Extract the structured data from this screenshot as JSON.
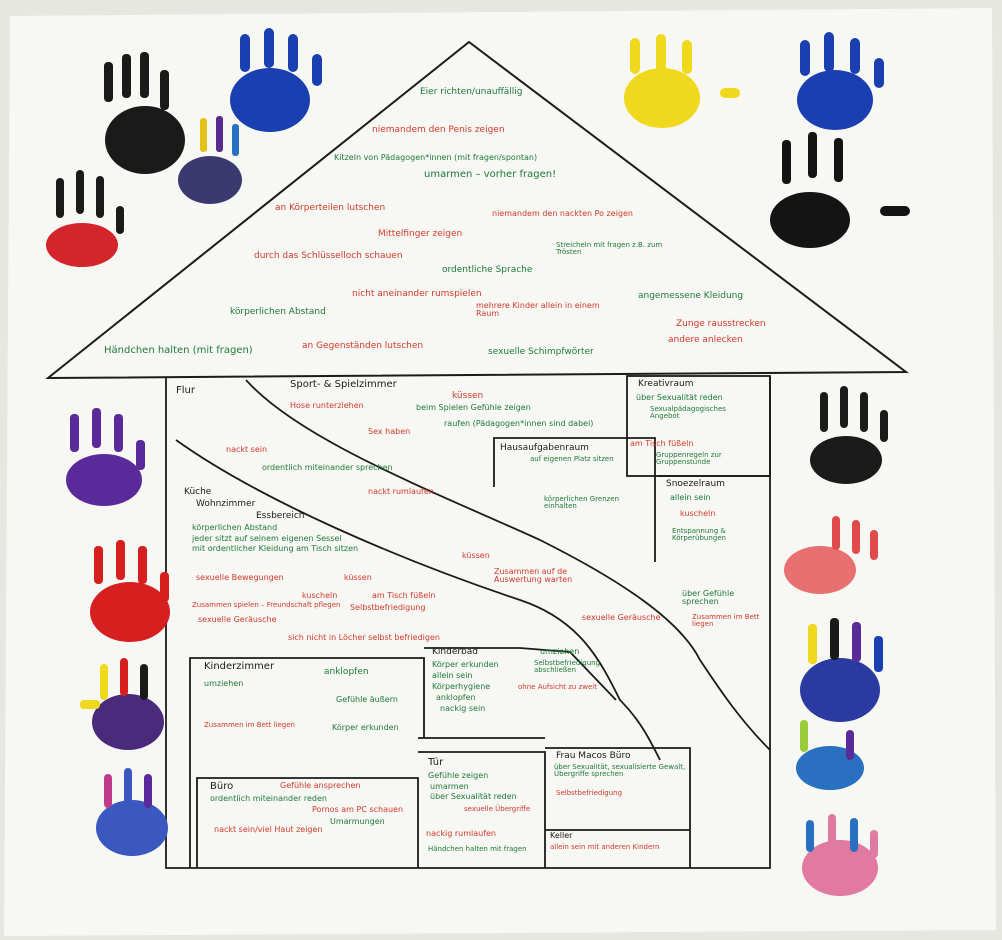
{
  "colors": {
    "paper": "#f6f6f3",
    "wall": "#e9e9e4",
    "green": "#1e7a3a",
    "red": "#d23a2a",
    "ink": "#1b1b1b"
  },
  "roof": {
    "items": [
      "Eier richten/unauffällig",
      "niemandem den Penis zeigen",
      "Kitzeln von Pädagogen*innen (mit fragen/spontan)",
      "umarmen – vorher fragen!",
      "an Körperteilen lutschen",
      "niemandem den nackten Po zeigen",
      "Mittelfinger zeigen",
      "durch das Schlüsselloch schauen",
      "Streicheln mit fragen z.B. zum Trösten",
      "ordentliche Sprache",
      "nicht aneinander rumspielen",
      "angemessene Kleidung",
      "körperlichen Abstand",
      "mehrere Kinder allein in einem Raum",
      "Zunge rausstrecken",
      "andere anlecken",
      "Händchen halten (mit fragen)",
      "an Gegenständen lutschen",
      "sexuelle Schimpfwörter"
    ]
  },
  "flur": {
    "title": "Flur",
    "items": [
      "nackt sein",
      "ordentlich miteinander sprechen",
      "nackt rumlaufen"
    ]
  },
  "sport": {
    "title": "Sport- & Spielzimmer",
    "items": [
      "küssen",
      "Hose runterziehen",
      "beim Spielen Gefühle zeigen",
      "Sex haben",
      "raufen (Pädagogen*innen sind dabei)"
    ]
  },
  "kreativ": {
    "title": "Kreativraum",
    "items": [
      "über Sexualität reden",
      "Sexualpädagogisches Angebot",
      "am Tisch füßeln",
      "Gruppenregeln zur Gruppenstunde"
    ]
  },
  "hausaufgaben": {
    "title": "Hausaufgabenraum",
    "items": [
      "auf eigenen Platz sitzen",
      "körperlichen Grenzen einhalten"
    ]
  },
  "snoezel": {
    "title": "Snoezelraum",
    "items": [
      "allein sein",
      "kuscheln",
      "Entspannung & Körperübungen",
      "über Gefühle sprechen",
      "Zusammen im Bett liegen"
    ]
  },
  "kueche": {
    "title": "Küche",
    "subtitle": "Wohnzimmer",
    "subtitle2": "Essbereich",
    "items": [
      "körperlichen Abstand",
      "jeder sitzt auf seinem eigenen Sessel",
      "mit ordentlicher Kleidung am Tisch sitzen",
      "küssen",
      "Zusammen auf de Auswertung warten",
      "sexuelle Bewegungen",
      "küssen",
      "kuscheln",
      "am Tisch füßeln",
      "Zusammen spielen – Freundschaft pflegen",
      "Selbstbefriedigung",
      "sexuelle Geräusche",
      "sexuelle Geräusche",
      "sich nicht in Löcher selbst befriedigen"
    ]
  },
  "kinderzimmer": {
    "title": "Kinderzimmer",
    "items": [
      "anklopfen",
      "umziehen",
      "Gefühle äußern",
      "Zusammen im Bett liegen",
      "Körper erkunden"
    ]
  },
  "kinderbad": {
    "title": "Kinderbad",
    "items": [
      "umziehen",
      "Körper erkunden",
      "allein sein",
      "Körperhygiene",
      "anklopfen",
      "nackig sein",
      "Selbstbefriedigung abschließen",
      "ohne Aufsicht zu zweit"
    ]
  },
  "buero": {
    "title": "Büro",
    "items": [
      "Gefühle ansprechen",
      "ordentlich miteinander reden",
      "Pornos am PC schauen",
      "Umarmungen",
      "nackt sein/viel Haut zeigen"
    ]
  },
  "tuer": {
    "title": "Tür",
    "items": [
      "Gefühle zeigen",
      "umarmen",
      "über Sexualität reden",
      "sexuelle Übergriffe",
      "nackig rumlaufen",
      "Händchen halten mit fragen"
    ]
  },
  "fraumacos": {
    "title": "Frau Macos Büro",
    "items": [
      "über Sexualität, sexualisierte Gewalt, Übergriffe sprechen",
      "Selbstbefriedigung"
    ]
  },
  "keller": {
    "title": "Keller",
    "items": [
      "allein sein mit anderen Kindern"
    ]
  }
}
